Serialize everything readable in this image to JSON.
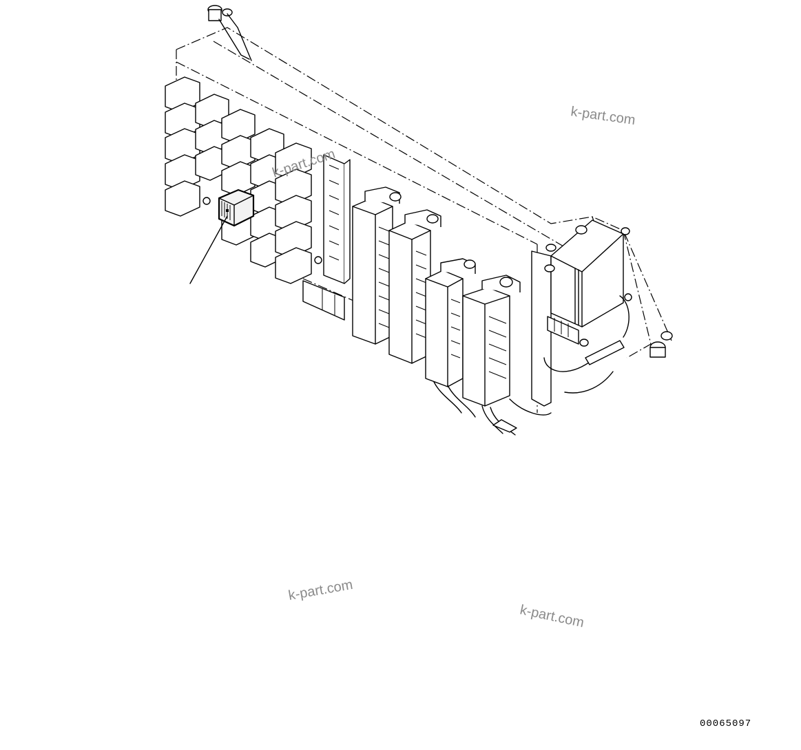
{
  "watermarks": [
    "k-part.com",
    "k-part.com",
    "k-part.com",
    "k-part.com"
  ],
  "drawing_code": "00065097"
}
